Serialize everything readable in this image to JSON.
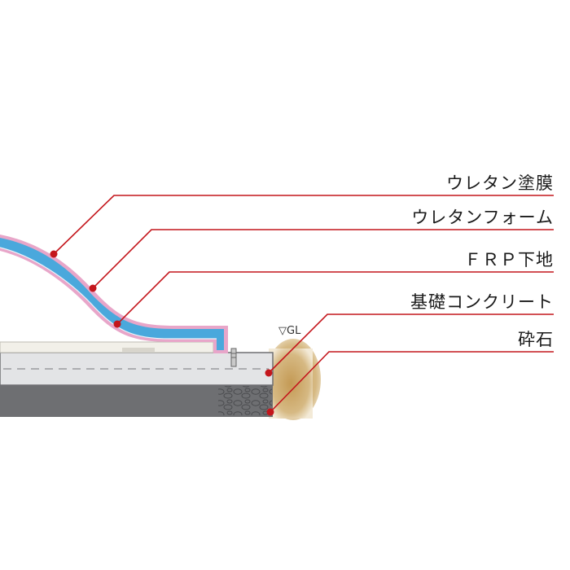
{
  "labels": {
    "urethane_coating": "ウレタン塗膜",
    "urethane_foam": "ウレタンフォーム",
    "frp_base": "ＦＲＰ下地",
    "foundation_concrete": "基礎コンクリート",
    "crushed_stone": "砕石"
  },
  "ground_level": "▽GL",
  "colors": {
    "leader_line": "#c4161c",
    "urethane_foam": "#4aa8dc",
    "urethane_coating": "#e8a6c9",
    "concrete": "#e3e4e6",
    "crushed_stone": "#6e6f72",
    "soil": "#c9a86a"
  }
}
